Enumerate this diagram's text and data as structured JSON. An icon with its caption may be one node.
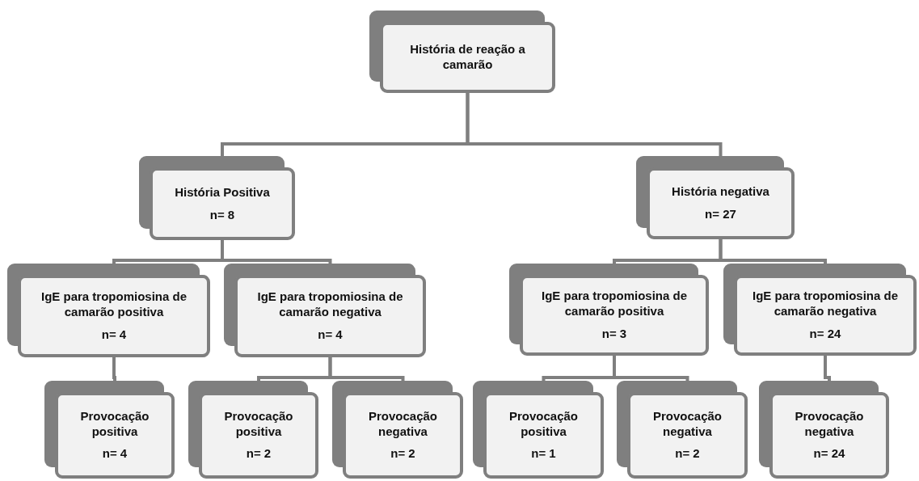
{
  "diagram": {
    "nodes": [
      {
        "text": [
          "História de reação a camarão"
        ]
      },
      {
        "text": [
          "História Positiva",
          "n= 8"
        ]
      },
      {
        "text": [
          "História negativa",
          "n= 27"
        ]
      },
      {
        "text": [
          "IgE para tropomiosina de camarão positiva",
          "n= 4"
        ]
      },
      {
        "text": [
          "IgE para tropomiosina de camarão negativa",
          "n= 4"
        ]
      },
      {
        "text": [
          "IgE para tropomiosina de camarão positiva",
          "n= 3"
        ]
      },
      {
        "text": [
          "IgE para tropomiosina de camarão negativa",
          "n= 24"
        ]
      },
      {
        "text": [
          "Provocação positiva",
          "n= 4"
        ]
      },
      {
        "text": [
          "Provocação positiva",
          "n= 2"
        ]
      },
      {
        "text": [
          "Provocação negativa",
          "n= 2"
        ]
      },
      {
        "text": [
          "Provocação positiva",
          "n= 1"
        ]
      },
      {
        "text": [
          "Provocação negativa",
          "n= 2"
        ]
      },
      {
        "text": [
          "Provocação negativa",
          "n= 24"
        ]
      }
    ],
    "edges": [
      {
        "from": 0,
        "to": 1,
        "arrow": "none"
      },
      {
        "from": 0,
        "to": 2,
        "arrow": "none"
      },
      {
        "from": 1,
        "to": 3,
        "arrow": "none"
      },
      {
        "from": 1,
        "to": 4,
        "arrow": "none"
      },
      {
        "from": 2,
        "to": 5,
        "arrow": "none"
      },
      {
        "from": 2,
        "to": 6,
        "arrow": "none"
      },
      {
        "from": 3,
        "to": 7,
        "arrow": "none"
      },
      {
        "from": 4,
        "to": 8,
        "arrow": "none"
      },
      {
        "from": 4,
        "to": 9,
        "arrow": "none"
      },
      {
        "from": 5,
        "to": 10,
        "arrow": "none"
      },
      {
        "from": 5,
        "to": 11,
        "arrow": "none"
      },
      {
        "from": 6,
        "to": 12,
        "arrow": "none"
      }
    ]
  }
}
